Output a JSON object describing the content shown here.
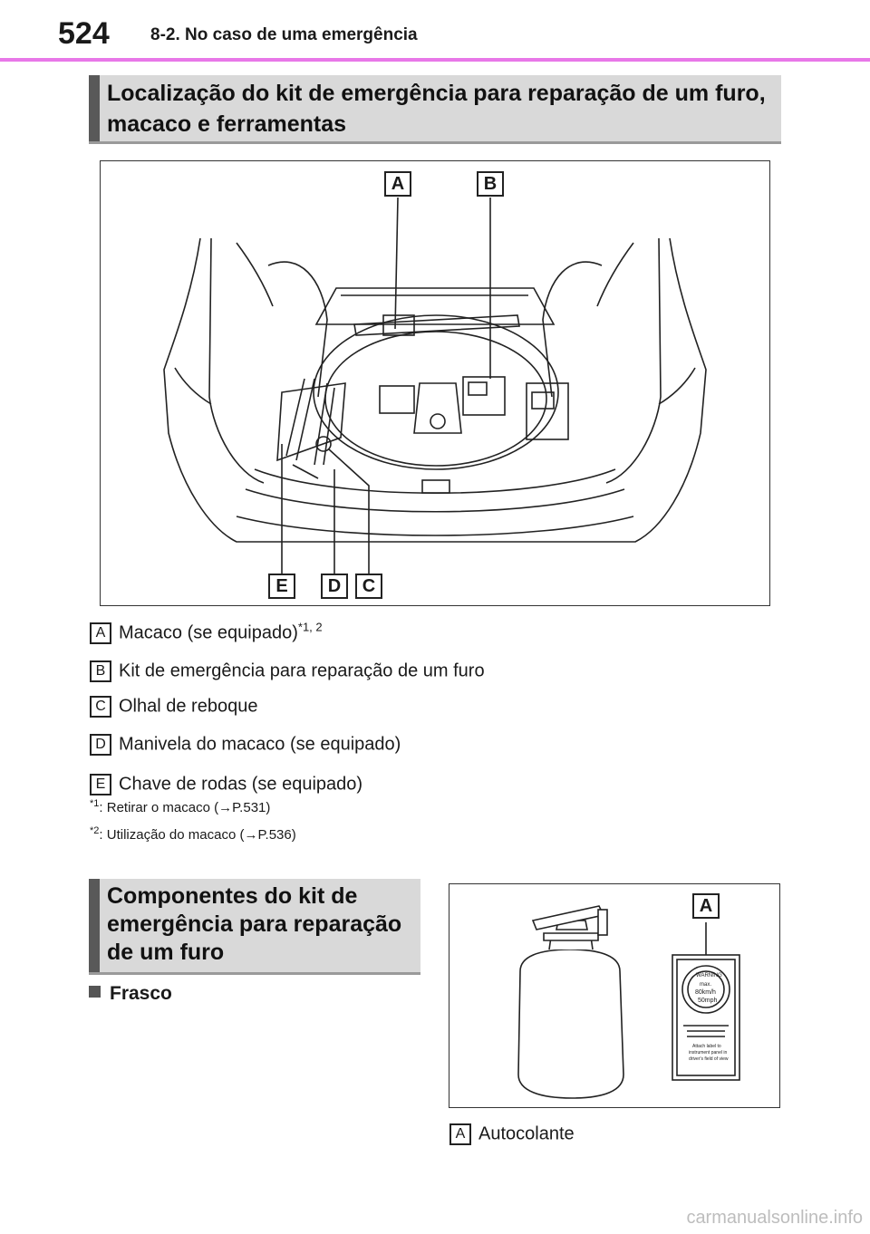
{
  "header": {
    "page_number": "524",
    "section": "8-2. No caso de uma emergência"
  },
  "heading1": {
    "line1": "Localização do kit de emergência para reparação de um furo,",
    "line2": "macaco e ferramentas"
  },
  "figure1": {
    "callouts": [
      "A",
      "B",
      "E",
      "D",
      "C"
    ]
  },
  "legend": [
    {
      "letter": "A",
      "text": "Macaco (se equipado)",
      "sup": "*1, 2"
    },
    {
      "letter": "B",
      "text": "Kit de emergência para reparação de um furo",
      "sup": ""
    },
    {
      "letter": "C",
      "text": "Olhal de reboque",
      "sup": ""
    },
    {
      "letter": "D",
      "text": "Manivela do macaco (se equipado)",
      "sup": ""
    },
    {
      "letter": "E",
      "text": "Chave de rodas (se equipado)",
      "sup": ""
    }
  ],
  "footnotes": [
    {
      "mark": "*1",
      "text": ": Retirar o macaco (→P.531)"
    },
    {
      "mark": "*2",
      "text": ": Utilização do macaco (→P.536)"
    }
  ],
  "heading2": {
    "line1": "Componentes do kit de",
    "line2": "emergência para reparação",
    "line3": "de um furo"
  },
  "subheading": "Frasco",
  "figure2": {
    "callout": "A",
    "sticker_warning": "WARNING",
    "sticker_max": "max.",
    "sticker_speed_kmh": "80km/h",
    "sticker_speed_mph": "50mph",
    "sticker_note_1": "Attach label to",
    "sticker_note_2": "instrument panel in",
    "sticker_note_3": "driver's field of view"
  },
  "legend2": {
    "letter": "A",
    "text": "Autocolante"
  },
  "watermark": "carmanualsonline.info"
}
